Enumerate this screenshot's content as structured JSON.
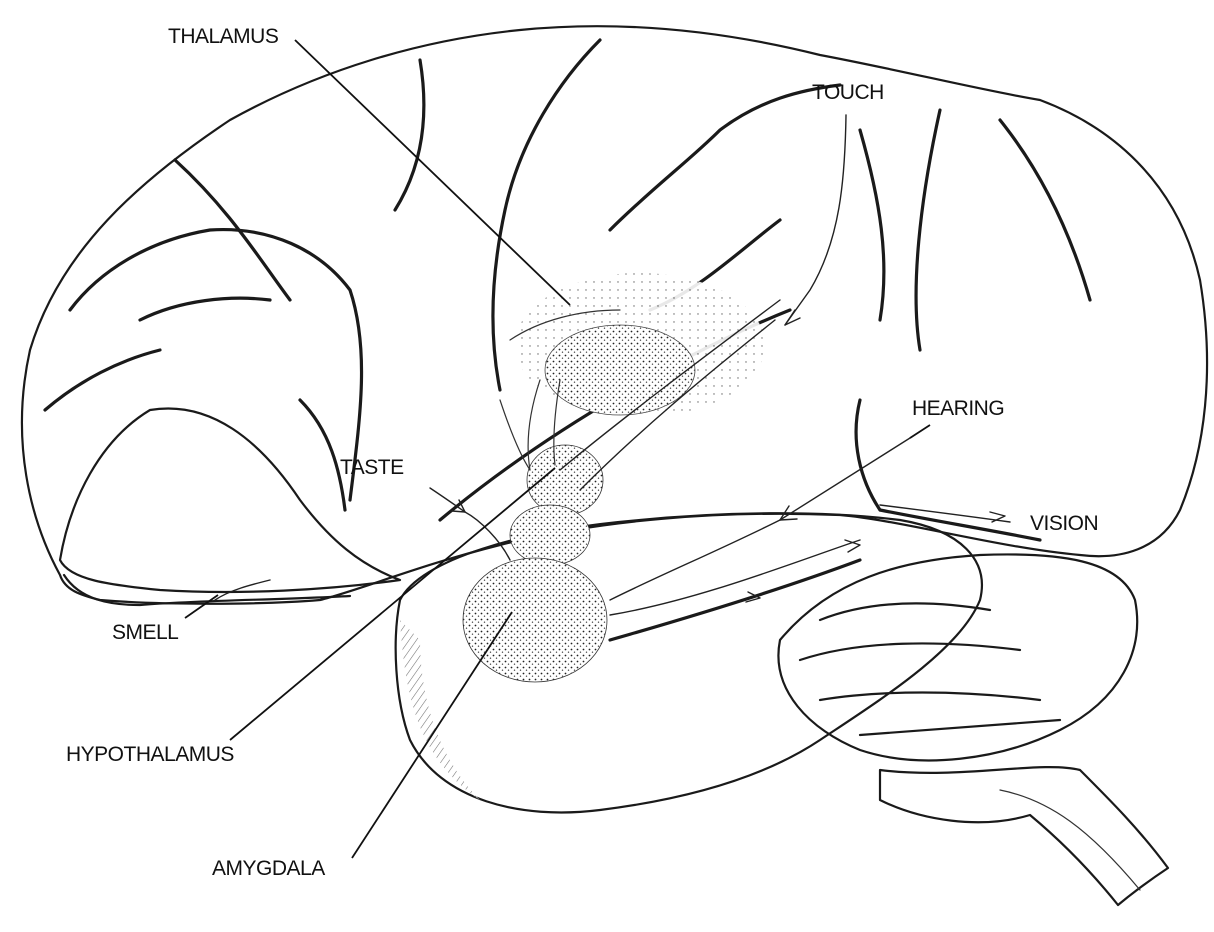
{
  "labels": {
    "thalamus": "THALAMUS",
    "touch": "TOUCH",
    "hearing": "HEARING",
    "taste": "TASTE",
    "vision": "VISION",
    "smell": "SMELL",
    "hypothalamus": "HYPOTHALAMUS",
    "amygdala": "AMYGDALA"
  }
}
